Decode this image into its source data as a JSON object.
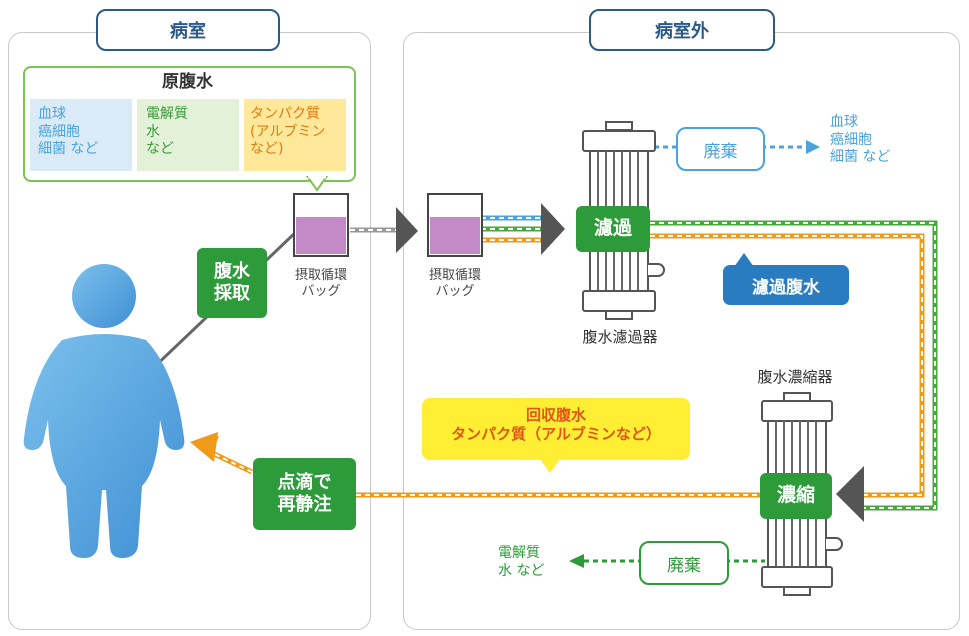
{
  "rooms": {
    "inside": "病室",
    "outside": "病室外"
  },
  "ascites": {
    "title": "原腹水",
    "columns": [
      {
        "text": "血球\n癌細胞\n細菌 など",
        "color": "#4aa3dd",
        "bg": "#dbeaf7"
      },
      {
        "text": "電解質\n水\nなど",
        "color": "#3a9a3a",
        "bg": "#e3f1d9"
      },
      {
        "text": "タンパク質\n(アルブミン\nなど)",
        "color": "#e07b10",
        "bg": "#ffe89a"
      }
    ]
  },
  "steps": {
    "collect": "腹水\n採取",
    "filter": "濾過",
    "concentrate": "濃縮",
    "infuse": "点滴で\n再静注"
  },
  "bags": {
    "bag1": "摂取循環\nバッグ",
    "bag2": "摂取循環\nバッグ"
  },
  "devices": {
    "filter_device": "腹水濾過器",
    "concentrator_device": "腹水濃縮器"
  },
  "labels": {
    "filtered_ascites": "濾過腹水",
    "discard_top": "廃棄",
    "discard_bottom": "廃棄",
    "discard_top_items": "血球\n癌細胞\n細菌 など",
    "discard_bottom_items": "電解質\n水 など",
    "recovered": "回収腹水\nタンパク質（アルブミンなど）"
  },
  "colors": {
    "green": "#2e9b3a",
    "blue": "#4aa3dd",
    "orange": "#f09a1a",
    "navy": "#2a5a8a",
    "filtered_bg": "#2a7cc0",
    "yellow": "#ffee33",
    "recovered_text": "#e0561a",
    "bag_liquid": "#c48ac7"
  }
}
